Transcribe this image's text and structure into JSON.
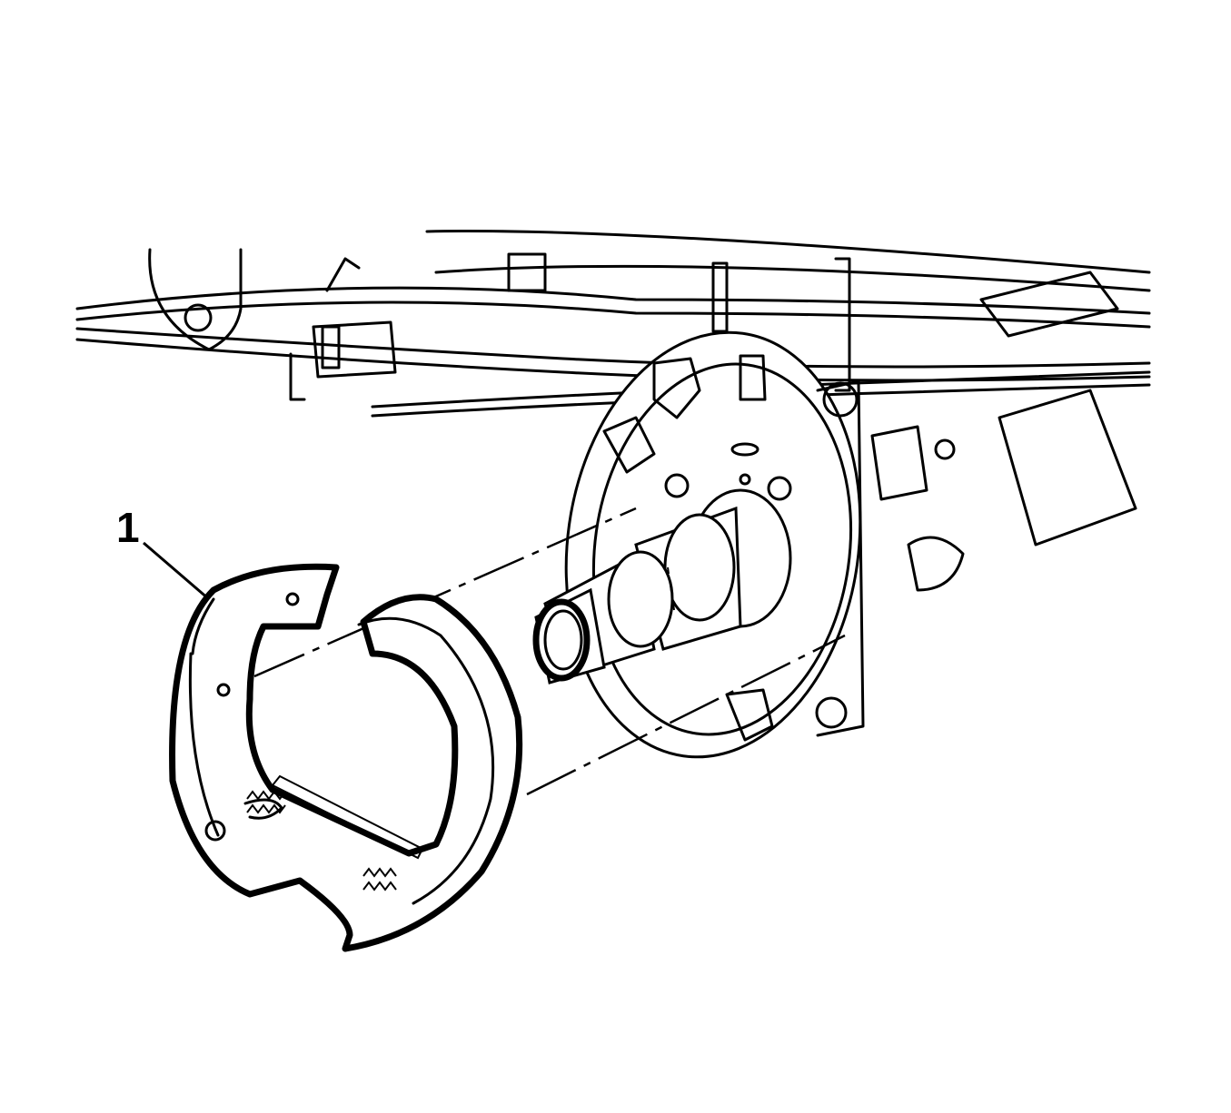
{
  "figure": {
    "type": "service-manual-line-illustration",
    "subject": "rear parking brake shoe removal from backing plate / axle hub",
    "colors": {
      "line": "#000000",
      "background": "#ffffff"
    },
    "callouts": [
      {
        "id": "1",
        "label": "1",
        "target": "parking-brake-shoe"
      }
    ]
  }
}
